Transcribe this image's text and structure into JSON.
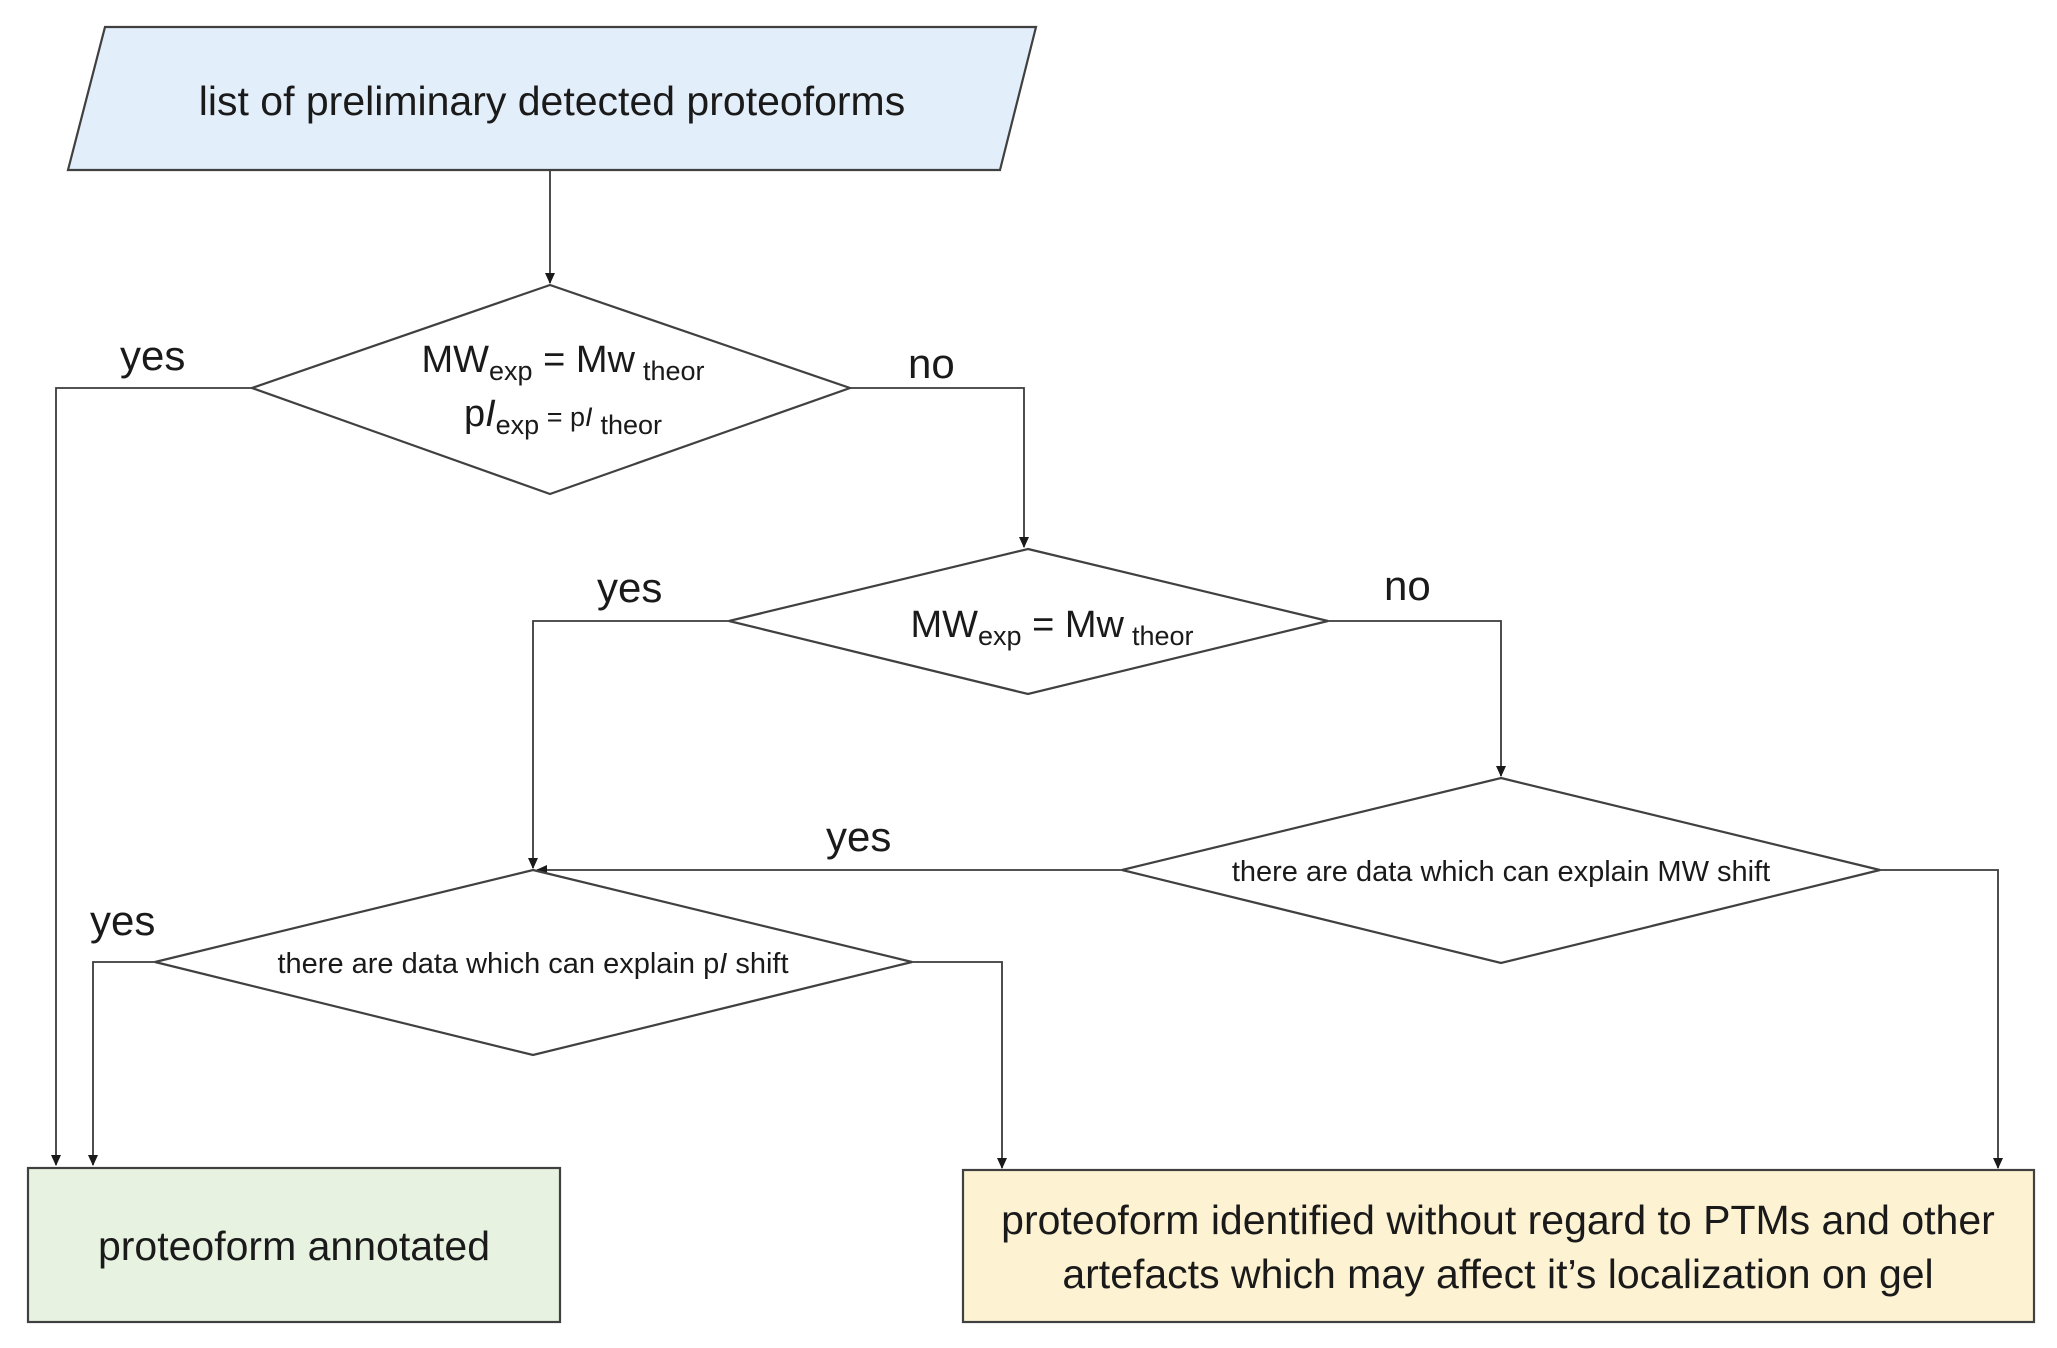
{
  "colors": {
    "input_fill": "#e3eefb",
    "annotated_fill": "#e8f2e1",
    "identified_fill": "#fdf2d2",
    "decision_fill": "#ffffff",
    "stroke": "#404040"
  },
  "nodes": {
    "input": {
      "text": "list of preliminary detected proteoforms"
    },
    "decision1": {
      "line1": {
        "main": "MW",
        "sub1": "exp",
        "eq": " = Mw",
        "sub2": "theor"
      },
      "line2": {
        "main": "p",
        "italic": "I",
        "sub1": "exp",
        "eq": " = p",
        "italic2": "I",
        "sub2": "theor"
      }
    },
    "decision2": {
      "main": "MW",
      "sub1": "exp",
      "eq": " = Mw",
      "sub2": "theor"
    },
    "decision3": {
      "text": "there are data which can explain MW shift"
    },
    "decision4": {
      "before": "there are data which can explain p",
      "italic": "I",
      "after": " shift"
    },
    "annotated": {
      "text": "proteoform annotated"
    },
    "identified": {
      "line1": "proteoform identified without regard to PTMs and other",
      "line2": "artefacts which may affect it’s localization on gel"
    }
  },
  "edges": {
    "d1_yes": "yes",
    "d1_no": "no",
    "d2_yes": "yes",
    "d2_no": "no",
    "d3_yes": "yes",
    "d4_yes": "yes"
  }
}
